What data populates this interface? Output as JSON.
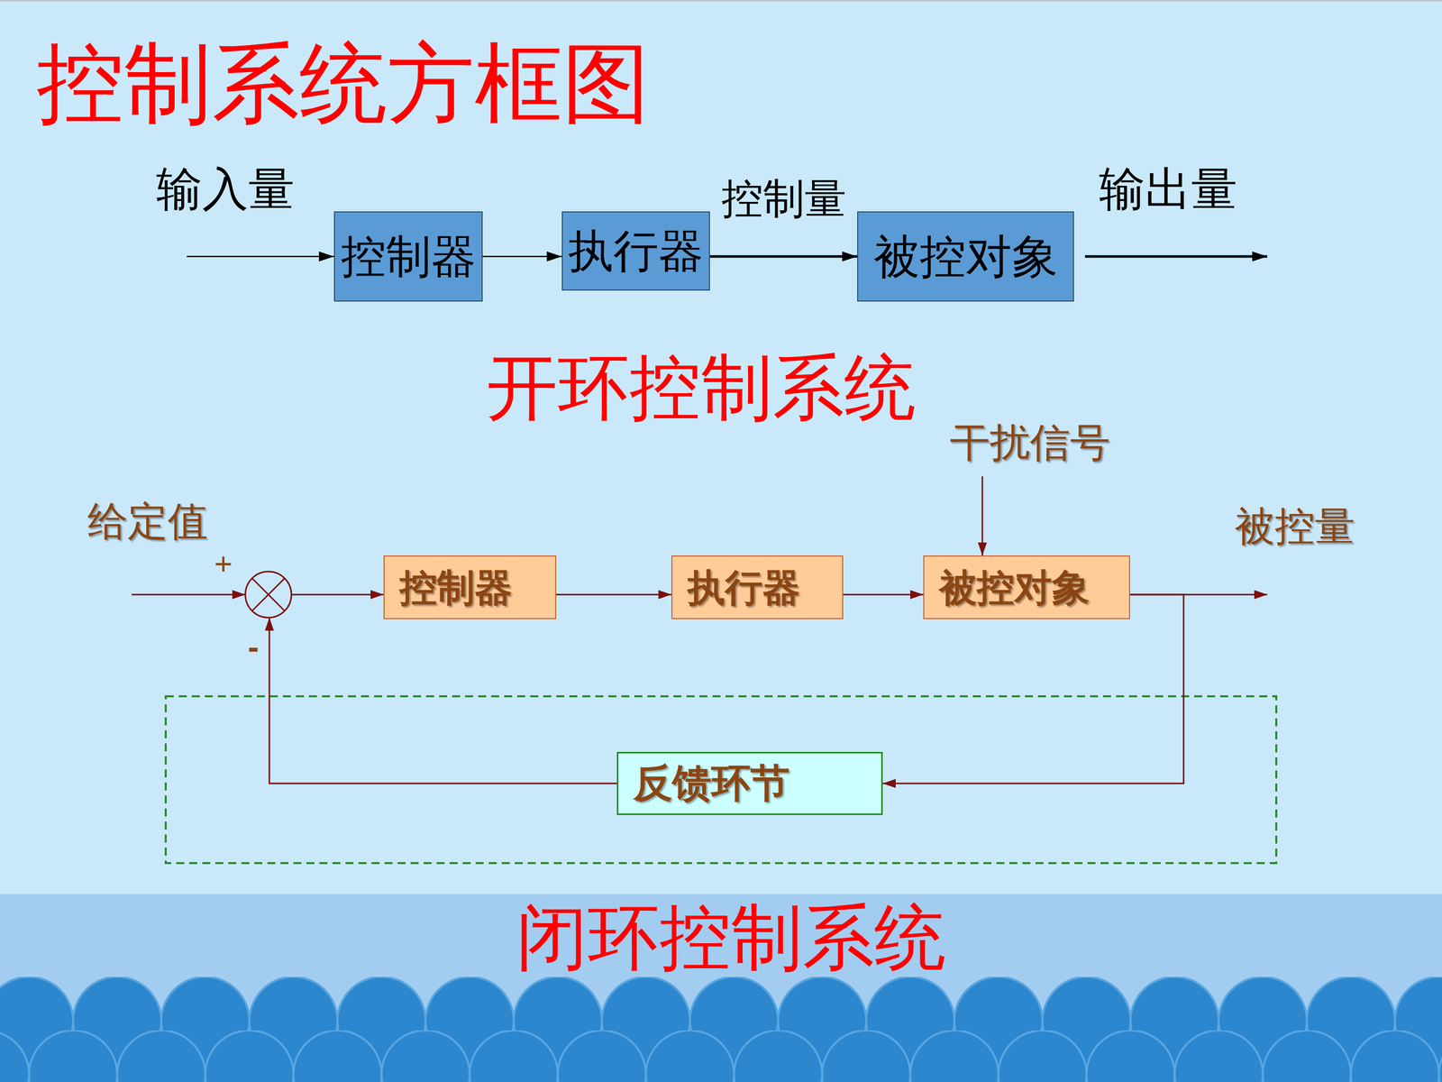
{
  "diagram": {
    "title": "控制系统方框图",
    "nodes": [
      {
        "text": [
          "控制器"
        ]
      },
      {
        "text": [
          "执行器"
        ]
      },
      {
        "text": [
          "被控对象"
        ]
      },
      {
        "text": [
          "控制器"
        ]
      },
      {
        "text": [
          "执行器"
        ]
      },
      {
        "text": [
          "被控对象"
        ]
      },
      {
        "text": [
          "反馈环节"
        ]
      }
    ],
    "edges": [
      {
        "from": 0,
        "to": 1,
        "arrow": "to"
      },
      {
        "from": 1,
        "to": 2,
        "label": "控制量",
        "arrow": "to"
      },
      {
        "from": 3,
        "to": 4,
        "arrow": "to"
      },
      {
        "from": 4,
        "to": 5,
        "arrow": "to"
      },
      {
        "from": 5,
        "to": 6,
        "arrow": "to"
      }
    ],
    "labels": [
      "输入量",
      "输出量",
      "开环控制系统",
      "干扰信号",
      "给定值",
      "+",
      "-",
      "被控量",
      "闭环控制系统"
    ]
  }
}
